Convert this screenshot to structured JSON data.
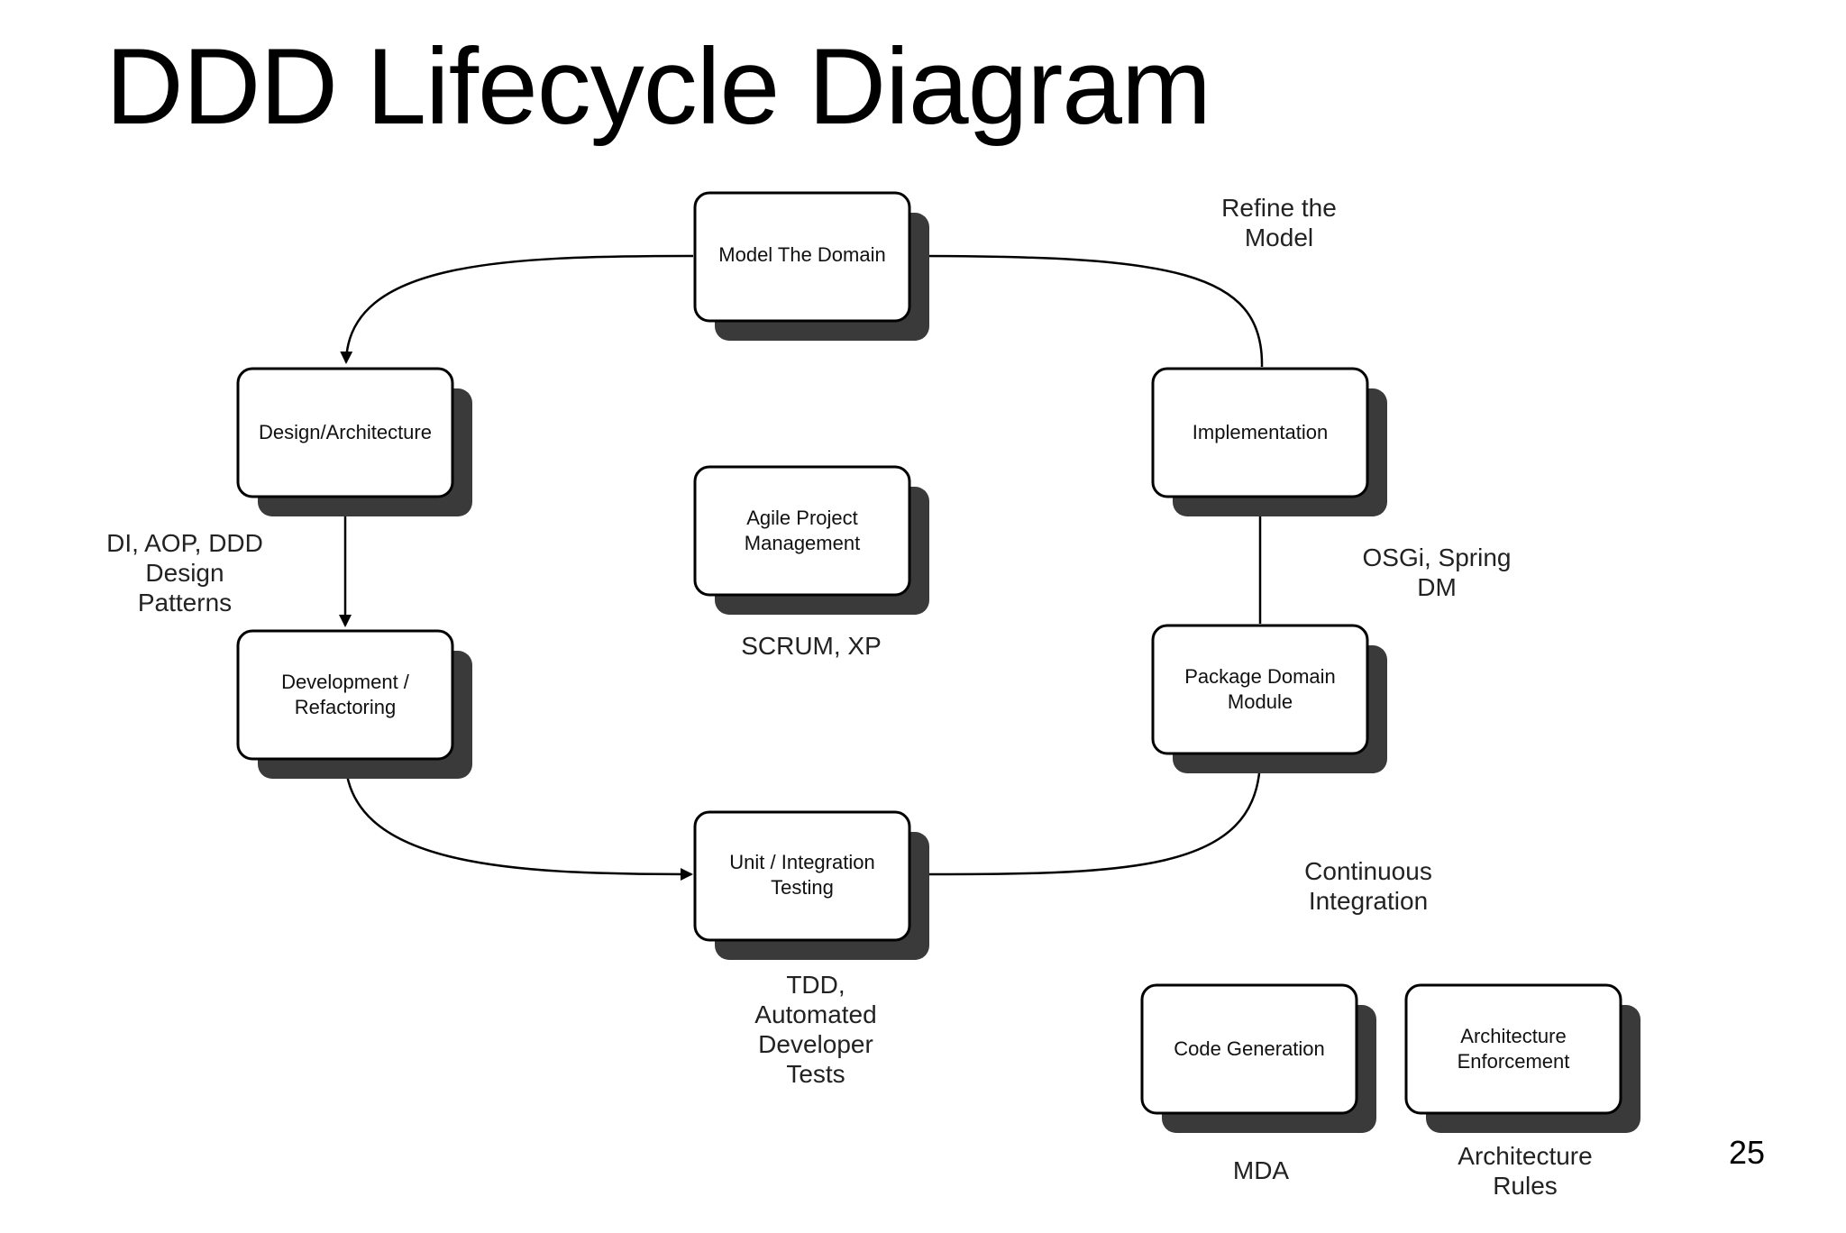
{
  "title": "DDD Lifecycle Diagram",
  "page_number": "25",
  "nodes": {
    "model_domain": [
      "Model The Domain"
    ],
    "design": [
      "Design/Architecture"
    ],
    "development": [
      "Development /",
      "Refactoring"
    ],
    "testing": [
      "Unit / Integration",
      "Testing"
    ],
    "package": [
      "Package Domain",
      "Module"
    ],
    "implementation": [
      "Implementation"
    ],
    "agile": [
      "Agile Project",
      "Management"
    ],
    "codegen": [
      "Code Generation"
    ],
    "arch_enforcement": [
      "Architecture",
      "Enforcement"
    ]
  },
  "annotations": {
    "refine": [
      "Refine the",
      "Model"
    ],
    "di_aop": [
      "DI, AOP, DDD",
      "Design",
      "Patterns"
    ],
    "scrum": [
      "SCRUM, XP"
    ],
    "osgi": [
      "OSGi, Spring",
      "DM"
    ],
    "ci": [
      "Continuous",
      "Integration"
    ],
    "tdd": [
      "TDD,",
      "Automated",
      "Developer",
      "Tests"
    ],
    "mda": [
      "MDA"
    ],
    "arch_rules": [
      "Architecture",
      "Rules"
    ]
  },
  "edges": [
    {
      "from": "Model The Domain",
      "to": "Design/Architecture"
    },
    {
      "from": "Design/Architecture",
      "to": "Development / Refactoring"
    },
    {
      "from": "Development / Refactoring",
      "to": "Unit / Integration Testing"
    },
    {
      "from": "Unit / Integration Testing",
      "to": "Package Domain Module"
    },
    {
      "from": "Package Domain Module",
      "to": "Implementation"
    },
    {
      "from": "Implementation",
      "to": "Model The Domain"
    }
  ]
}
